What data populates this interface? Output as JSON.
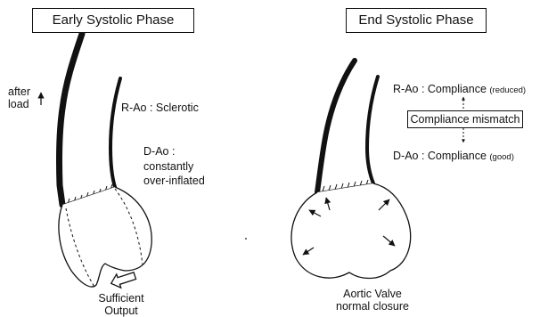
{
  "left_panel": {
    "title": "Early Systolic Phase",
    "afterload_line1": "after",
    "afterload_line2": "load",
    "r_ao_label": "R-Ao : Sclerotic",
    "d_ao_line1": "D-Ao :",
    "d_ao_line2": "constantly",
    "d_ao_line3": "over-inflated",
    "output_line1": "Sufficient",
    "output_line2": "Output"
  },
  "right_panel": {
    "title": "End Systolic Phase",
    "r_ao_label": "R-Ao : Compliance",
    "r_ao_qualifier": "(reduced)",
    "mismatch_label": "Compliance mismatch",
    "d_ao_label": "D-Ao : Compliance",
    "d_ao_qualifier": "(good)",
    "valve_line1": "Aortic Valve",
    "valve_line2": "normal closure"
  }
}
